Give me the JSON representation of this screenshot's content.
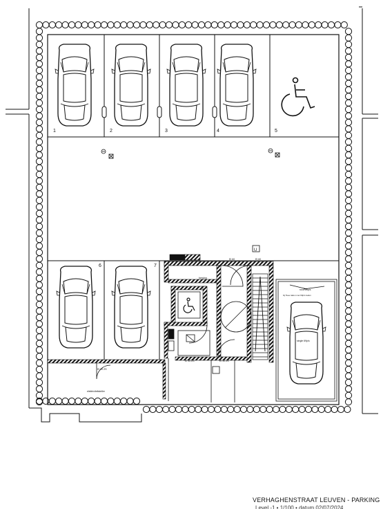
{
  "plan": {
    "title": "VERHAGHENSTRAAT LEUVEN  - PARKING",
    "subtitle": "Level -1 • 1/100 • datum 02/07/2024",
    "spots": [
      {
        "number": "1"
      },
      {
        "number": "2"
      },
      {
        "number": "3"
      },
      {
        "number": "4"
      },
      {
        "number": "5",
        "type": "accessible"
      },
      {
        "number": "6"
      },
      {
        "number": "7"
      }
    ],
    "labels": {
      "meter": "elektriciteitsteller",
      "door_left": "EI 30 ZS",
      "lift_tag": "U",
      "door_a": "EI 30 ZS",
      "door_b": "EI 30 ZS",
      "ramp_note": "rond 69p/s",
      "ramp_note2": "bij 5vee laden  met 69p/s laden",
      "slope": "single 69p/s",
      "d_top1": "EI 60",
      "d_top2": "EI 60",
      "store": "berging"
    }
  }
}
